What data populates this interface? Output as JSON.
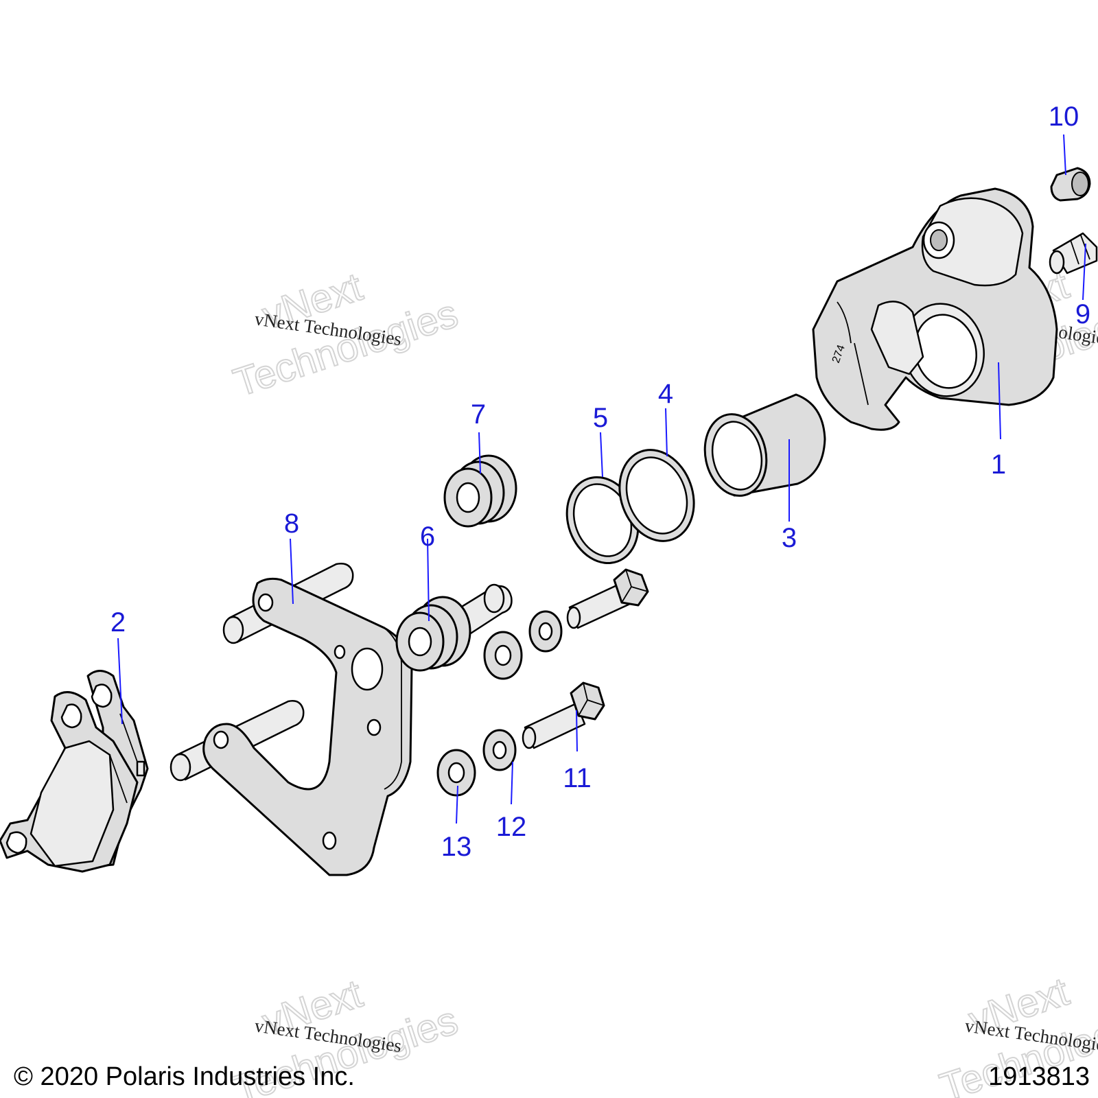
{
  "copyright": "© 2020 Polaris Industries Inc.",
  "drawing_number": "1913813",
  "caliper_stamp": "274",
  "watermark": {
    "line": "vNext Technologies",
    "big_top": "vNext",
    "big_bottom": "Technologies"
  },
  "callouts": {
    "c1": "1",
    "c2": "2",
    "c3": "3",
    "c4": "4",
    "c5": "5",
    "c6": "6",
    "c7": "7",
    "c8": "8",
    "c9": "9",
    "c10": "10",
    "c11": "11",
    "c12": "12",
    "c13": "13"
  },
  "colors": {
    "callout": "#1a1ad6",
    "part_fill": "#dddddd"
  }
}
